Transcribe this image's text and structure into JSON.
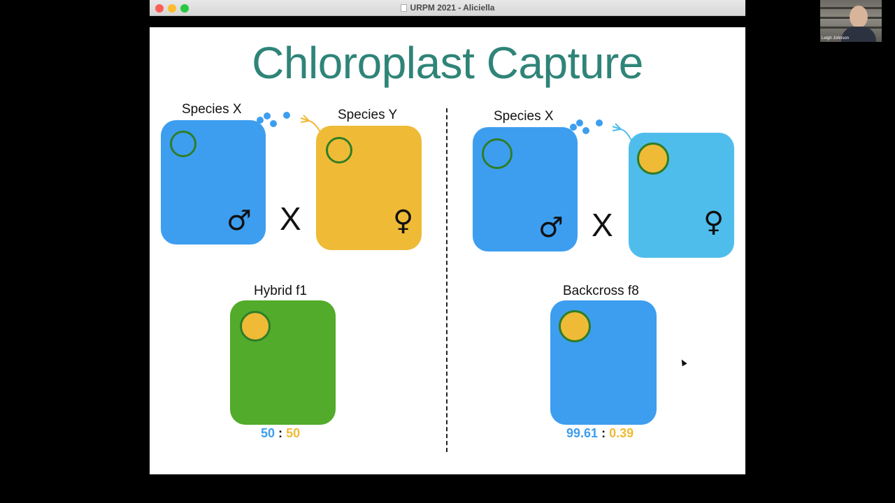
{
  "window": {
    "title": "URPM 2021 - Aliciella"
  },
  "webcam": {
    "name": "Leigh Johnson"
  },
  "slide": {
    "title": "Chloroplast Capture",
    "left": {
      "parent1_label": "Species X",
      "parent2_label": "Species Y",
      "cross_symbol": "X",
      "male_symbol": "♂",
      "female_symbol": "♀",
      "offspring_label": "Hybrid f1",
      "ratio_a": "50",
      "ratio_sep": ":",
      "ratio_b": "50"
    },
    "right": {
      "parent1_label": "Species X",
      "cross_symbol": "X",
      "male_symbol": "♂",
      "female_symbol": "♀",
      "offspring_label": "Backcross f8",
      "ratio_a": "99.61",
      "ratio_sep": ":",
      "ratio_b": "0.39"
    }
  },
  "colors": {
    "species_x": "#3d9ef0",
    "species_y": "#efbb36",
    "hybrid": "#52ab2a",
    "backcross_female": "#4fbdec",
    "title_teal": "#2f8478",
    "chloroplast_border": "#2f7d27"
  }
}
